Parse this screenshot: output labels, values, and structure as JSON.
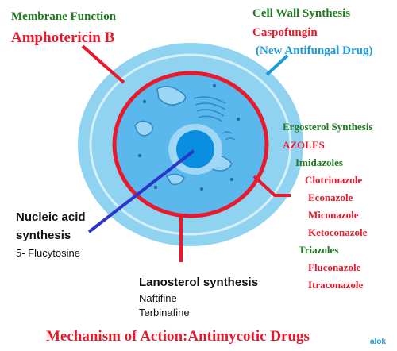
{
  "colors": {
    "green_label": "#1e7a1e",
    "red_label": "#e8192c",
    "blue_label": "#1a9ad6",
    "cell_wall": "#8fd3f0",
    "cell_membrane": "#e8192c",
    "cytoplasm": "#5bb8ec",
    "nucleus": "#0a8fe0",
    "pointer_blue_line": "#2b35c9",
    "pointer_red_line": "#e8192c",
    "pointer_cyan_line": "#1a9ad6"
  },
  "labels": {
    "membrane_heading": "Membrane Function",
    "membrane_drug": "Amphotericin B",
    "wall_heading": "Cell Wall Synthesis",
    "wall_drug": "Caspofungin",
    "wall_note": "(New Antifungal Drug)",
    "ergo_heading": "Ergosterol Synthesis",
    "azoles": "AZOLES",
    "imidazoles": "Imidazoles",
    "imidazole_drugs": [
      "Clotrimazole",
      "Econazole",
      "Miconazole",
      "Ketoconazole"
    ],
    "triazoles": "Triazoles",
    "triazole_drugs": [
      "Fluconazole",
      "Itraconazole"
    ],
    "nucleic_heading_1": "Nucleic acid",
    "nucleic_heading_2": "synthesis",
    "nucleic_drug": "5- Flucytosine",
    "lano_heading": "Lanosterol synthesis",
    "lano_drug_1": "Naftifine",
    "lano_drug_2": "Terbinafine"
  },
  "footer": {
    "title": "Mechanism of Action:Antimycotic Drugs",
    "credit": "alok"
  }
}
